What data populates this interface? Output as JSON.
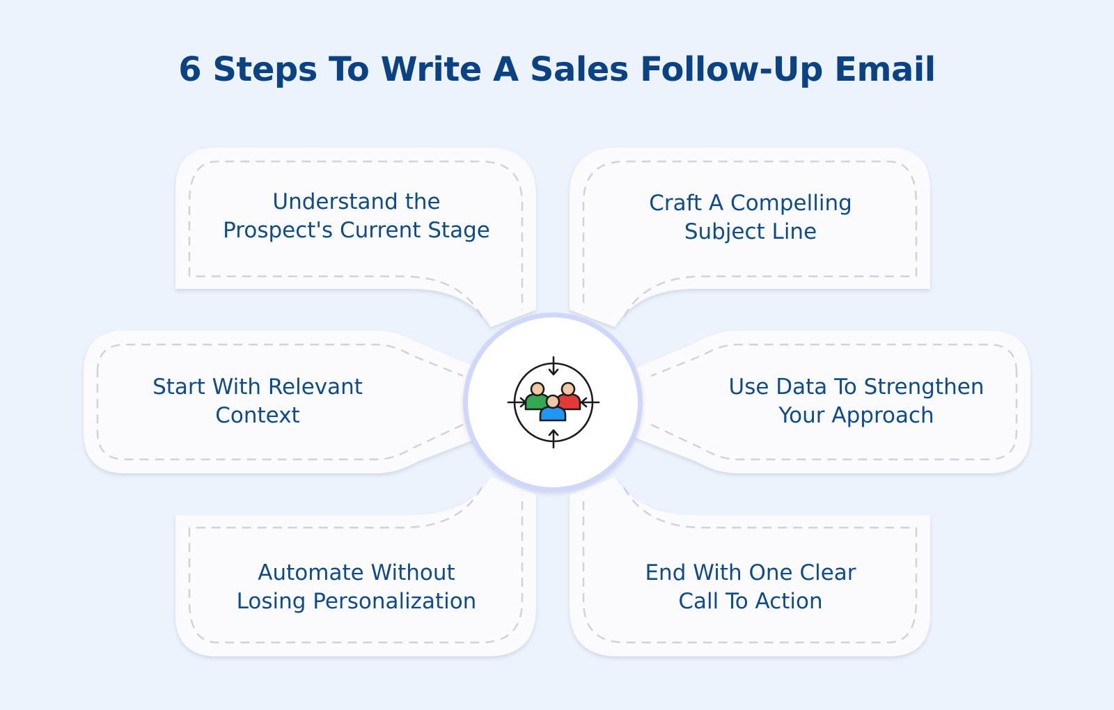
{
  "title": "6 Steps To Write A Sales Follow-Up Email",
  "colors": {
    "background": "#edf3fd",
    "card": "#fbfbfd",
    "dash": "#d2d2d8",
    "title": "#0b4283",
    "text": "#0f4b87",
    "center_ring": "#cfd8fb"
  },
  "center": {
    "icon": "team-target-icon"
  },
  "steps": [
    {
      "position": "top-left",
      "lines": [
        "Understand the",
        "Prospect's Current Stage"
      ]
    },
    {
      "position": "top-right",
      "lines": [
        "Craft A Compelling",
        "Subject Line"
      ]
    },
    {
      "position": "middle-left",
      "lines": [
        "Start With Relevant",
        "Context"
      ]
    },
    {
      "position": "middle-right",
      "lines": [
        "Use Data To Strengthen",
        "Your Approach"
      ]
    },
    {
      "position": "bottom-left",
      "lines": [
        "Automate Without",
        "Losing Personalization"
      ]
    },
    {
      "position": "bottom-right",
      "lines": [
        "End With One Clear",
        "Call To Action"
      ]
    }
  ]
}
